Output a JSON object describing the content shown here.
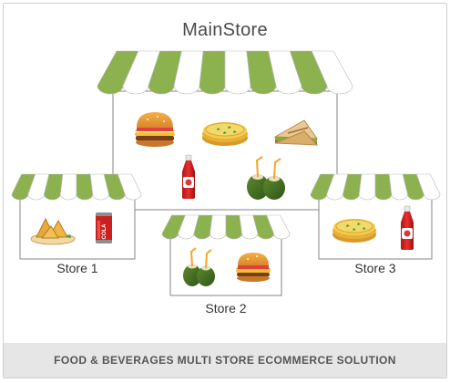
{
  "main_store": {
    "title": "MainStore"
  },
  "stores": [
    {
      "label": "Store 1",
      "items": [
        "samosa-icon",
        "cola-can-icon"
      ]
    },
    {
      "label": "Store 2",
      "items": [
        "coconut-drink-icon",
        "burger-icon"
      ]
    },
    {
      "label": "Store 3",
      "items": [
        "pizza-icon",
        "ketchup-bottle-icon"
      ]
    }
  ],
  "main_items": [
    "burger-icon",
    "pizza-icon",
    "sandwich-icon",
    "ketchup-bottle-icon",
    "coconut-drink-icon"
  ],
  "icon_text": {
    "cola": "COLA"
  },
  "footer": {
    "text": "FOOD & BEVERAGES MULTI STORE ECOMMERCE SOLUTION"
  },
  "colors": {
    "awning_green": "#8cb14f",
    "awning_white": "#ffffff",
    "outline": "#9a9a9a",
    "footer_bg": "#e6e6e6"
  }
}
